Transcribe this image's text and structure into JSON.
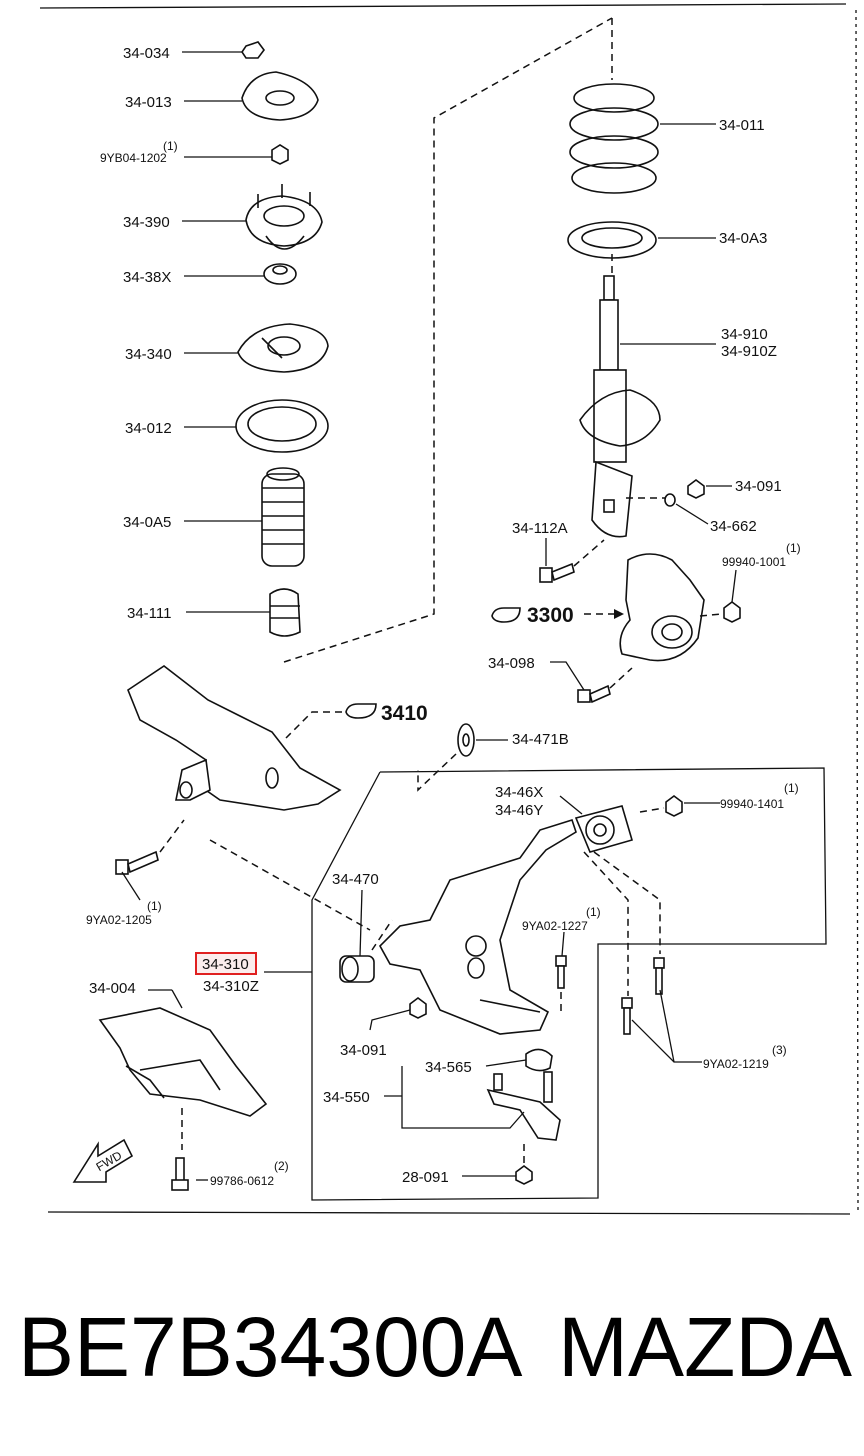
{
  "labels": {
    "l_34034": "34-034",
    "l_34013": "34-013",
    "l_9yb04_qty": "(1)",
    "l_9yb04": "9YB04-1202",
    "l_34390": "34-390",
    "l_3438x": "34-38X",
    "l_34340": "34-340",
    "l_34012": "34-012",
    "l_340a5": "34-0A5",
    "l_34111": "34-111",
    "l_34011": "34-011",
    "l_340a3": "34-0A3",
    "l_34910": "34-910",
    "l_34910z": "34-910Z",
    "l_34091a": "34-091",
    "l_34662": "34-662",
    "l_34112a": "34-112A",
    "l_99940_1001_qty": "(1)",
    "l_99940_1001": "99940-1001",
    "l_3300": "3300",
    "l_34098": "34-098",
    "l_3410": "3410",
    "l_34471b": "34-471B",
    "l_3446x": "34-46X",
    "l_3446y": "34-46Y",
    "l_99940_1401_qty": "(1)",
    "l_99940_1401": "99940-1401",
    "l_9ya02_1205_qty": "(1)",
    "l_9ya02_1205": "9YA02-1205",
    "l_34470": "34-470",
    "l_9ya02_1227_qty": "(1)",
    "l_9ya02_1227": "9YA02-1227",
    "l_34310": "34-310",
    "l_34310z": "34-310Z",
    "l_34004": "34-004",
    "l_34091b": "34-091",
    "l_34565": "34-565",
    "l_34550": "34-550",
    "l_9ya02_1219_qty": "(3)",
    "l_9ya02_1219": "9YA02-1219",
    "l_99786_qty": "(2)",
    "l_99786": "99786-0612",
    "l_28091": "28-091",
    "l_fwd": "FWD"
  },
  "caption": {
    "part_code": "BE7B34300A",
    "brand": "MAZDA"
  },
  "colors": {
    "line": "#111111",
    "highlight": "#e02020",
    "background": "#ffffff"
  }
}
